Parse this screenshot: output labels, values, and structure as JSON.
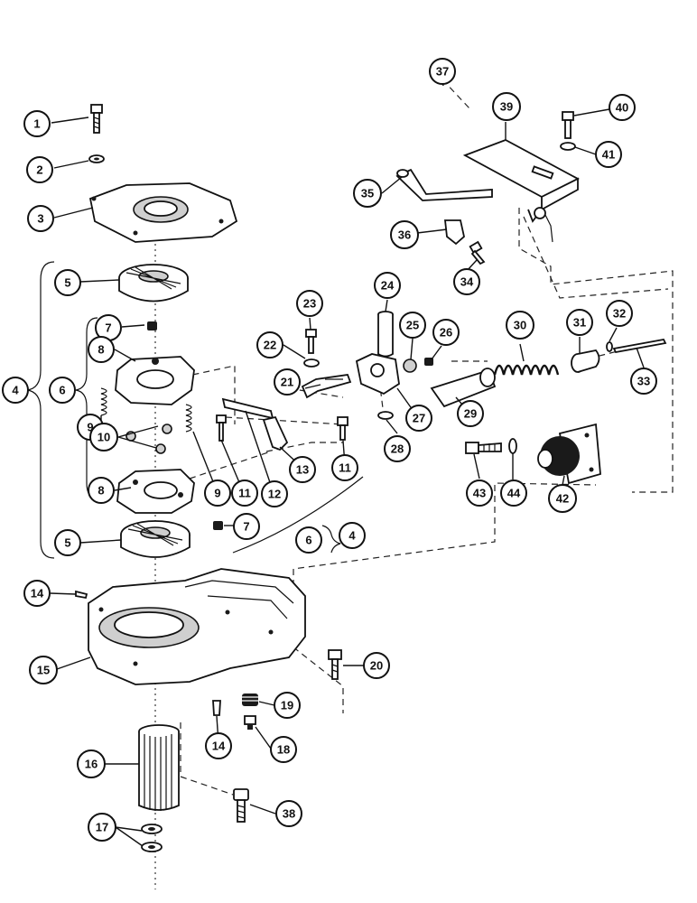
{
  "colors": {
    "ink": "#111111",
    "paper": "#ffffff",
    "callout_fill": "#ffffff"
  },
  "callouts": {
    "c1": "1",
    "c2": "2",
    "c3": "3",
    "c4a": "4",
    "c4b": "4",
    "c5a": "5",
    "c5b": "5",
    "c6a": "6",
    "c6b": "6",
    "c7a": "7",
    "c7b": "7",
    "c8a": "8",
    "c8b": "8",
    "c9a": "9",
    "c9b": "9",
    "c10": "10",
    "c11a": "11",
    "c11b": "11",
    "c12": "12",
    "c13": "13",
    "c14a": "14",
    "c14b": "14",
    "c15": "15",
    "c16": "16",
    "c17": "17",
    "c18": "18",
    "c19": "19",
    "c20": "20",
    "c21": "21",
    "c22": "22",
    "c23": "23",
    "c24": "24",
    "c25": "25",
    "c26": "26",
    "c27": "27",
    "c28": "28",
    "c29": "29",
    "c30": "30",
    "c31": "31",
    "c32": "32",
    "c33": "33",
    "c34": "34",
    "c35": "35",
    "c36": "36",
    "c37": "37",
    "c38": "38",
    "c39": "39",
    "c40": "40",
    "c41": "41",
    "c42": "42",
    "c43": "43",
    "c44": "44"
  }
}
